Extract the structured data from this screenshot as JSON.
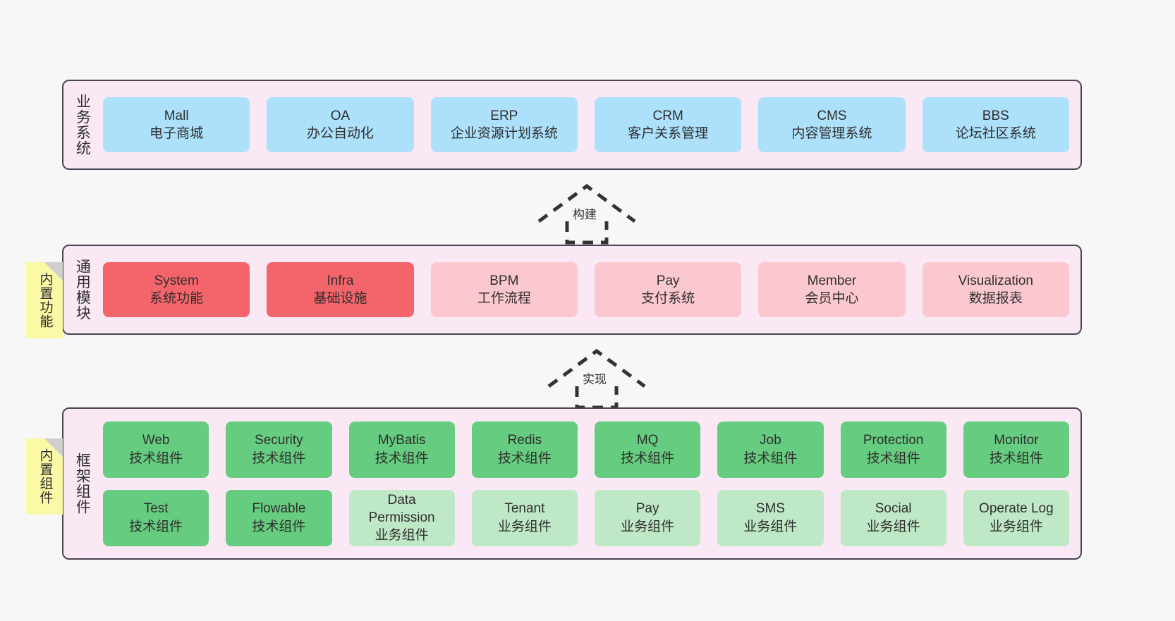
{
  "layers": [
    {
      "id": "business",
      "title": "业务系统",
      "rows": [
        [
          {
            "en": "Mall",
            "cn": "电子商城",
            "color": "#ace0fb"
          },
          {
            "en": "OA",
            "cn": "办公自动化",
            "color": "#ace0fb"
          },
          {
            "en": "ERP",
            "cn": "企业资源计划系统",
            "color": "#ace0fb"
          },
          {
            "en": "CRM",
            "cn": "客户关系管理",
            "color": "#ace0fb"
          },
          {
            "en": "CMS",
            "cn": "内容管理系统",
            "color": "#ace0fb"
          },
          {
            "en": "BBS",
            "cn": "论坛社区系统",
            "color": "#ace0fb"
          }
        ]
      ]
    },
    {
      "id": "modules",
      "title": "通用模块",
      "rows": [
        [
          {
            "en": "System",
            "cn": "系统功能",
            "color": "#f4646b"
          },
          {
            "en": "Infra",
            "cn": "基础设施",
            "color": "#f4646b"
          },
          {
            "en": "BPM",
            "cn": "工作流程",
            "color": "#fbc8d0"
          },
          {
            "en": "Pay",
            "cn": "支付系统",
            "color": "#fbc8d0"
          },
          {
            "en": "Member",
            "cn": "会员中心",
            "color": "#fbc8d0"
          },
          {
            "en": "Visualization",
            "cn": "数据报表",
            "color": "#fbc8d0"
          }
        ]
      ]
    },
    {
      "id": "framework",
      "title": "框架组件",
      "rows": [
        [
          {
            "en": "Web",
            "cn": "技术组件",
            "color": "#66cc7f"
          },
          {
            "en": "Security",
            "cn": "技术组件",
            "color": "#66cc7f"
          },
          {
            "en": "MyBatis",
            "cn": "技术组件",
            "color": "#66cc7f"
          },
          {
            "en": "Redis",
            "cn": "技术组件",
            "color": "#66cc7f"
          },
          {
            "en": "MQ",
            "cn": "技术组件",
            "color": "#66cc7f"
          },
          {
            "en": "Job",
            "cn": "技术组件",
            "color": "#66cc7f"
          },
          {
            "en": "Protection",
            "cn": "技术组件",
            "color": "#66cc7f"
          },
          {
            "en": "Monitor",
            "cn": "技术组件",
            "color": "#66cc7f"
          }
        ],
        [
          {
            "en": "Test",
            "cn": "技术组件",
            "color": "#66cc7f"
          },
          {
            "en": "Flowable",
            "cn": "技术组件",
            "color": "#66cc7f"
          },
          {
            "en": "Data Permission",
            "cn": "业务组件",
            "color": "#bfe8c6",
            "wrap": true
          },
          {
            "en": "Tenant",
            "cn": "业务组件",
            "color": "#bfe8c6"
          },
          {
            "en": "Pay",
            "cn": "业务组件",
            "color": "#bfe8c6"
          },
          {
            "en": "SMS",
            "cn": "业务组件",
            "color": "#bfe8c6"
          },
          {
            "en": "Social",
            "cn": "业务组件",
            "color": "#bfe8c6"
          },
          {
            "en": "Operate Log",
            "cn": "业务组件",
            "color": "#bfe8c6"
          }
        ]
      ]
    }
  ],
  "arrows": [
    {
      "id": "build",
      "label": "构建"
    },
    {
      "id": "implement",
      "label": "实现"
    }
  ],
  "sticky_notes": [
    {
      "id": "builtin-features",
      "label": "内置功能"
    },
    {
      "id": "builtin-components",
      "label": "内置组件"
    }
  ],
  "colors": {
    "canvas_background": "#f7f7f7",
    "layer_background": "#fae9f4",
    "layer_border": "#4a4453",
    "sticky_background": "#fbf8a6",
    "business_cell": "#ace0fb",
    "module_core_cell": "#f4646b",
    "module_cell": "#fbc8d0",
    "tech_component_cell": "#66cc7f",
    "business_component_cell": "#bfe8c6",
    "arrow_stroke": "#333333"
  }
}
